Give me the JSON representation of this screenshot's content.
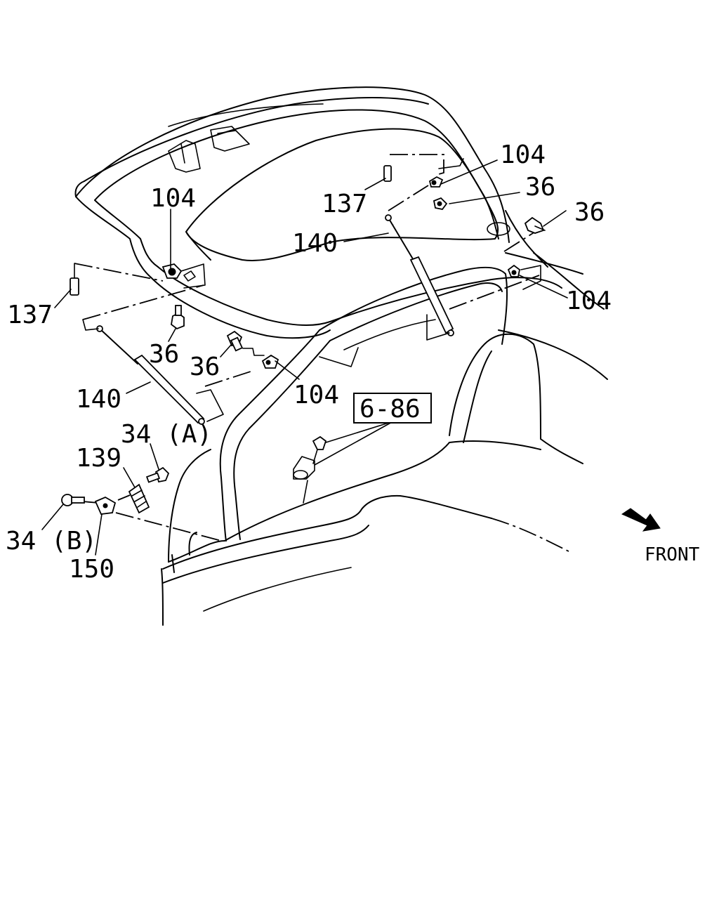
{
  "labels": {
    "l104_top_right": "104",
    "l36_top_right_a": "36",
    "l36_top_right_b": "36",
    "l137_top_right": "137",
    "l140_top_right": "140",
    "l104_right": "104",
    "l104_left_top": "104",
    "l137_left": "137",
    "l36_left": "36",
    "l36_center": "36",
    "l104_center": "104",
    "l140_left": "140",
    "l34a": "34 (A)",
    "l139": "139",
    "l34b": "34 (B)",
    "l150": "150"
  },
  "reference_box": "6-86",
  "direction": {
    "label": "FRONT",
    "icon": "front-arrow-icon"
  }
}
